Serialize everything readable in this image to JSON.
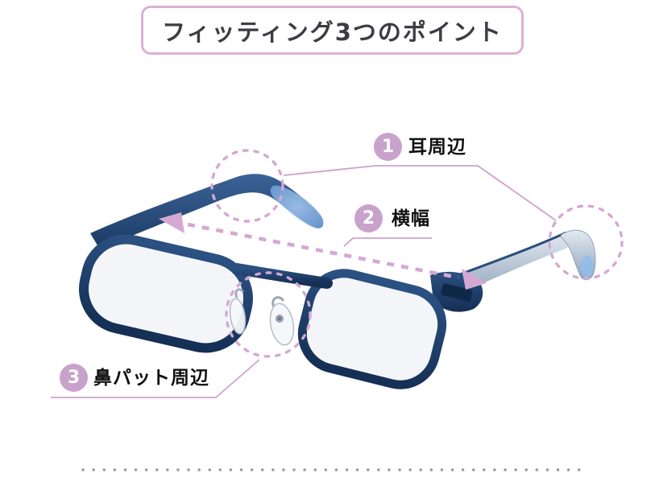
{
  "title": {
    "text": "フィッティング3つのポイント"
  },
  "figure": {
    "label": "eyeglasses-photo"
  },
  "callouts": [
    {
      "number": "1",
      "label": "耳周辺"
    },
    {
      "number": "2",
      "label": "横幅"
    },
    {
      "number": "3",
      "label": "鼻パット周辺"
    }
  ],
  "colors": {
    "accent_purple": "#c9a2cc",
    "line_purple": "#d5a8d3",
    "connector_purple": "#cfa0d0",
    "dot_gray": "#9a9a9a",
    "title_border": "#dcb0d8",
    "title_text": "#3f3b42",
    "label_text": "#101010",
    "frame_navy": "#1e3c66",
    "temple_tip_blue": "#8fbcec"
  }
}
